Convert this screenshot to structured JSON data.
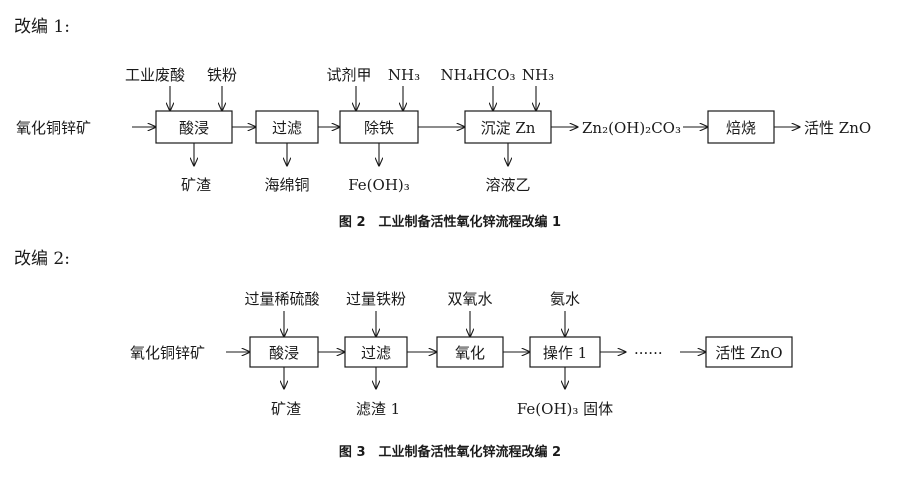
{
  "sections": [
    {
      "title": "改编 1:",
      "caption": "图 2　工业制备活性氧化锌流程改编 1",
      "raw": "氧化铜锌矿",
      "product": "活性 ZnO",
      "boxes": [
        {
          "label": "酸浸"
        },
        {
          "label": "过滤"
        },
        {
          "label": "除铁"
        },
        {
          "label": "沉淀 Zn"
        },
        {
          "label": "焙烧"
        }
      ],
      "intermediate": "Zn₂(OH)₂CO₃",
      "inputs": [
        {
          "label": "工业废酸"
        },
        {
          "label": "铁粉"
        },
        {
          "label": "试剂甲"
        },
        {
          "label": "NH₃"
        },
        {
          "label": "NH₄HCO₃"
        },
        {
          "label": "NH₃"
        }
      ],
      "outputs": [
        {
          "label": "矿渣"
        },
        {
          "label": "海绵铜"
        },
        {
          "label": "Fe(OH)₃"
        },
        {
          "label": "溶液乙"
        }
      ]
    },
    {
      "title": "改编 2:",
      "caption": "图 3　工业制备活性氧化锌流程改编 2",
      "raw": "氧化铜锌矿",
      "ellipsis": "······",
      "boxes": [
        {
          "label": "酸浸"
        },
        {
          "label": "过滤"
        },
        {
          "label": "氧化"
        },
        {
          "label": "操作 1"
        },
        {
          "label": "活性 ZnO"
        }
      ],
      "inputs": [
        {
          "label": "过量稀硫酸"
        },
        {
          "label": "过量铁粉"
        },
        {
          "label": "双氧水"
        },
        {
          "label": "氨水"
        }
      ],
      "outputs": [
        {
          "label": "矿渣"
        },
        {
          "label": "滤渣 1"
        },
        {
          "label": "Fe(OH)₃ 固体"
        }
      ]
    }
  ]
}
